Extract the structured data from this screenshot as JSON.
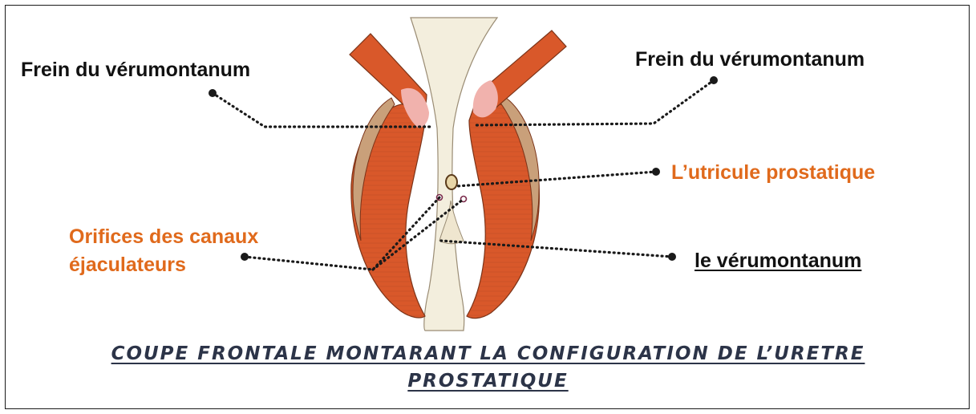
{
  "labels": {
    "frein_left": "Frein du vérumontanum",
    "frein_right": "Frein du vérumontanum",
    "utricule": "L’utricule prostatique",
    "orifices_line1": "Orifices des canaux",
    "orifices_line2": "éjaculateurs",
    "verumontanum": "le vérumontanum"
  },
  "caption": {
    "line1": "COUPE FRONTALE MONTARANT LA CONFIGURATION DE L’URETRE",
    "line2": "PROSTATIQUE"
  },
  "colors": {
    "muscle": "#d9582a",
    "muscle_dark": "#b84a24",
    "capsule": "#c9a07a",
    "pink": "#f1b2ad",
    "mucosa": "#f3eedd",
    "orange_text": "#e06a1c",
    "dark_text": "#111111",
    "caption_text": "#2c3448"
  }
}
